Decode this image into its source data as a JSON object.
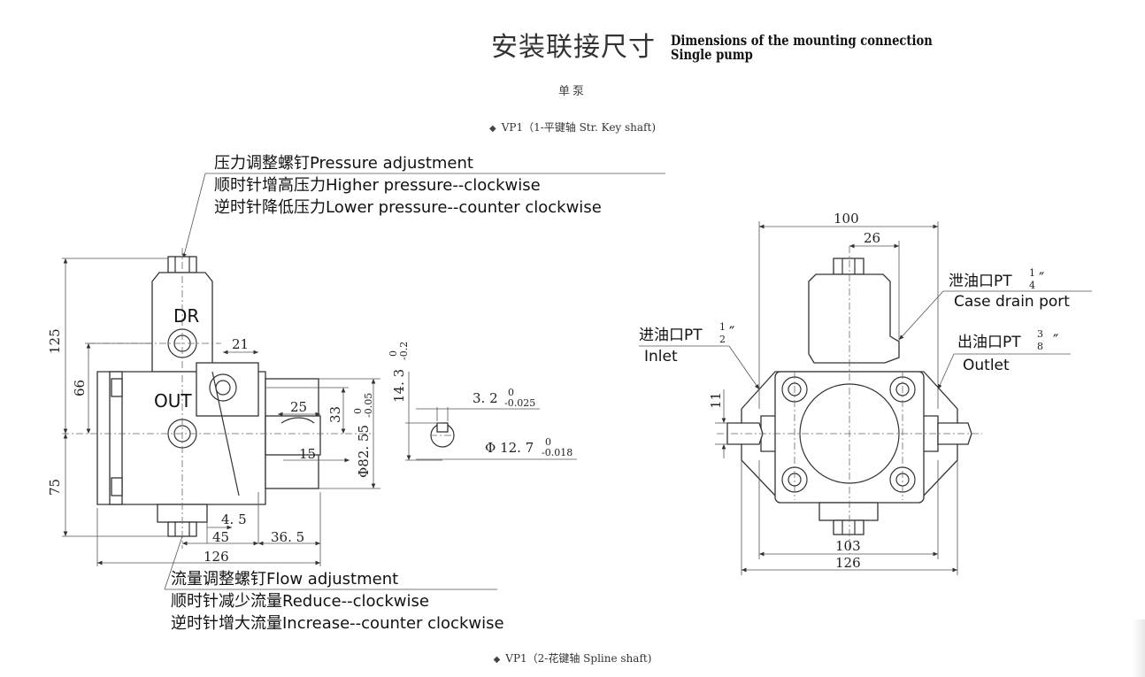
{
  "title": {
    "zh": "安装联接尺寸",
    "en_line1": "Dimensions of the mounting connection",
    "en_line2": "Single pump"
  },
  "subtitle": "单泵",
  "captions": {
    "top": "VP1（1-平键轴 Str. Key shaft)",
    "bottom": "VP1（2-花键轴 Spline shaft)"
  },
  "notes": {
    "pressure": [
      "压力调整螺钉Pressure adjustment",
      "顺时针增高压力Higher pressure--clockwise",
      "逆时针降低压力Lower pressure--counter clockwise"
    ],
    "flow": [
      "流量调整螺钉Flow  adjustment",
      "顺时针减少流量Reduce--clockwise",
      "逆时针增大流量Increase--counter clockwise"
    ]
  },
  "labels": {
    "dr": "DR",
    "out": "OUT"
  },
  "ports": {
    "drain_zh": "泄油口PT",
    "drain_frac": [
      "1",
      "4"
    ],
    "drain_unit": "″",
    "drain_en": "Case drain port",
    "inlet_zh": "进油口PT",
    "inlet_frac": [
      "1",
      "2"
    ],
    "inlet_unit": "″",
    "inlet_en": "Inlet",
    "outlet_zh": "出油口PT",
    "outlet_frac": [
      "3",
      "8"
    ],
    "outlet_unit": "″",
    "outlet_en": "Outlet"
  },
  "dims_side": {
    "d125": "125",
    "d66": "66",
    "d75": "75",
    "d21": "21",
    "d25": "25",
    "d33": "33",
    "d15": "15",
    "d4_5": "4. 5",
    "d45": "45",
    "d36_5": "36. 5",
    "d126": "126",
    "phi82": "Φ82. 55",
    "phi82_tol": [
      "0",
      "-0.05"
    ],
    "h14": "14. 3",
    "h14_tol": [
      "0",
      "-0.2"
    ],
    "k3": "3. 2",
    "k3_tol": [
      "0",
      "-0.025"
    ],
    "phi12": "Φ 12. 7",
    "phi12_tol": [
      "0",
      "-0.018"
    ]
  },
  "dims_front": {
    "d100": "100",
    "d26": "26",
    "d11": "11",
    "d103": "103",
    "d126": "126"
  }
}
